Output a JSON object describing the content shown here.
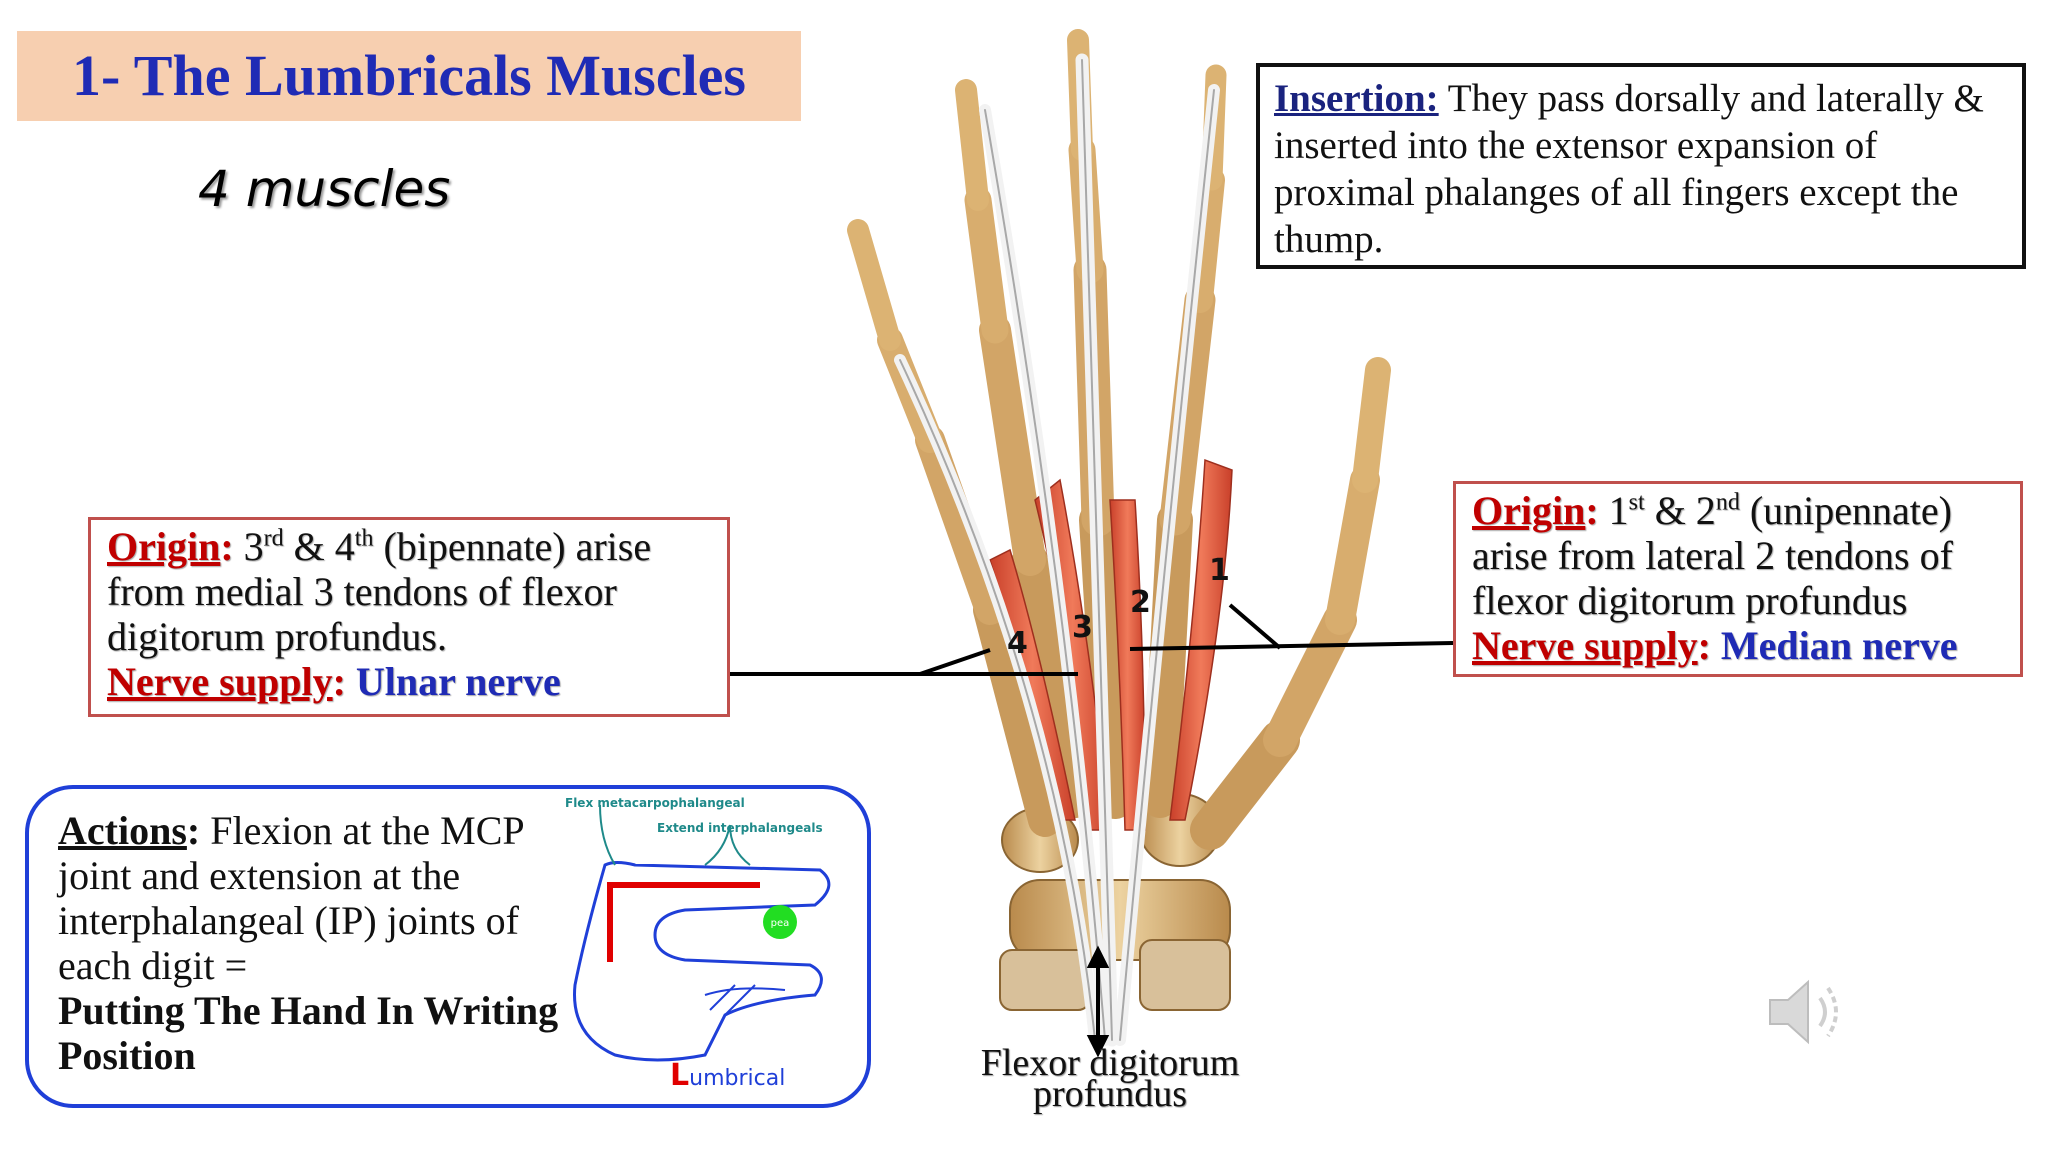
{
  "title": "1- The Lumbricals Muscles",
  "subtitle": "4 muscles",
  "insertion": {
    "label": "Insertion:",
    "text": " They pass dorsally and laterally & inserted into the extensor expansion of proximal phalanges of all fingers except the thump."
  },
  "origin_left": {
    "label": "Origin",
    "colon": ":",
    "text_a": " 3",
    "sup_a": "rd",
    "text_b": " & 4",
    "sup_b": "th",
    "text_c": " (bipennate) arise from medial 3 tendons of flexor digitorum profundus.",
    "nerve_label": "Nerve supply",
    "nerve_colon": ":",
    "nerve_value": " Ulnar nerve"
  },
  "origin_right": {
    "label": "Origin",
    "colon": ":",
    "text_a": " 1",
    "sup_a": "st",
    "text_b": " & 2",
    "sup_b": "nd",
    "text_c": " (unipennate) arise from lateral 2 tendons of flexor digitorum profundus",
    "nerve_label": "Nerve supply",
    "nerve_colon": ":",
    "nerve_value": " Median nerve"
  },
  "actions": {
    "label": "Actions",
    "colon": ":",
    "text": " Flexion at the MCP joint and extension at the interphalangeal (IP) joints of each digit =",
    "bold_text": "Putting The Hand In Writing Position"
  },
  "diagram": {
    "flex_label": "Flex metacarpophalangeal",
    "extend_label": "Extend interphalangeals",
    "pea_label": "pea",
    "lumbrical_first": "L",
    "lumbrical_rest": "umbrical"
  },
  "figure": {
    "numbers": [
      "1",
      "2",
      "3",
      "4"
    ],
    "fdp_label": "Flexor digitorum profundus"
  },
  "colors": {
    "title_bg": "#f7cfb0",
    "title_text": "#1f2bb5",
    "label_red": "#c00000",
    "nerve_blue": "#1f2bb5",
    "origin_border": "#c0504d",
    "actions_border": "#1f3fd8",
    "bone": "#d9b278",
    "muscle": "#e2553a"
  },
  "icons": {
    "speaker": "speaker-icon"
  }
}
